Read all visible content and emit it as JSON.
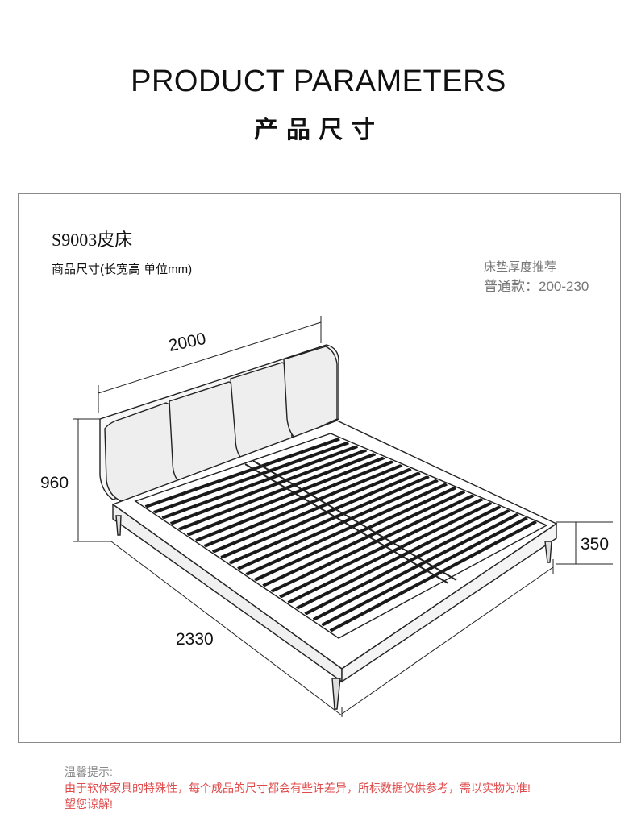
{
  "header": {
    "title_en": "PRODUCT PARAMETERS",
    "title_cn": "产品尺寸"
  },
  "product": {
    "model": "S9003皮床",
    "size_label": "商品尺寸(长宽高 单位mm)"
  },
  "mattress": {
    "heading": "床垫厚度推荐",
    "value": "普通款：200-230"
  },
  "dimensions": {
    "width": "2000",
    "height": "960",
    "frame_height": "350",
    "length": "2330"
  },
  "note": {
    "heading": "温馨提示:",
    "line1": "由于软体家具的特殊性，每个成品的尺寸都会有些许差异，所标数据仅供参考，需以实物为准!",
    "line2": "望您谅解!"
  },
  "colors": {
    "note_text": "#e04a4a",
    "muted_text": "#777777",
    "frame_border": "#8a8a8a"
  }
}
